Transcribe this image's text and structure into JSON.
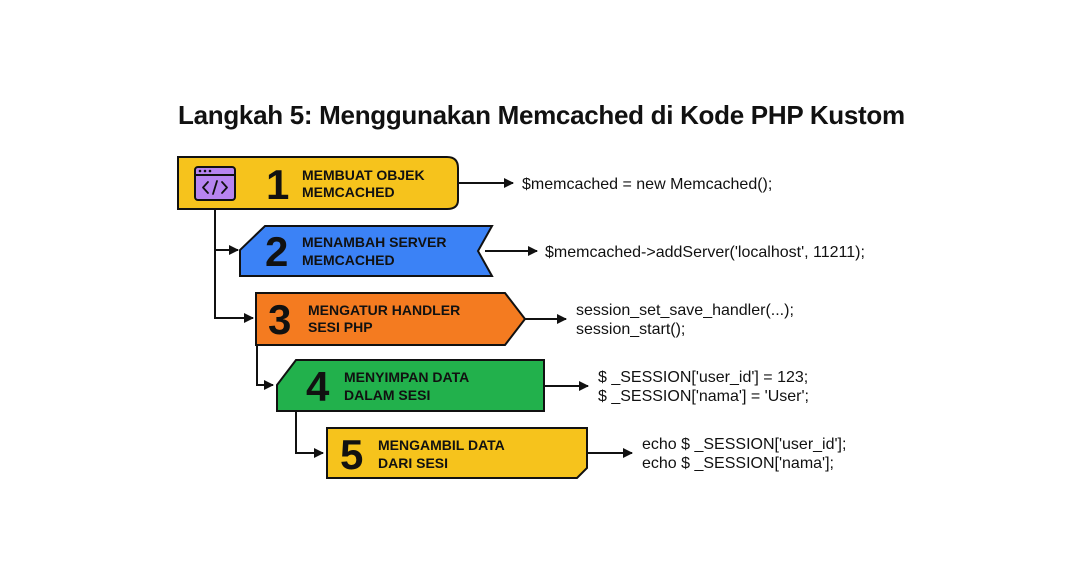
{
  "title": "Langkah 5: Menggunakan Memcached di Kode PHP Kustom",
  "icon": "code-window-icon",
  "colors": {
    "step1": "#f6c31c",
    "step2": "#3b82f6",
    "step3": "#f47b20",
    "step4": "#22b14c",
    "step5": "#f6c31c",
    "icon_purple": "#b784f0",
    "outline": "#111111"
  },
  "steps": [
    {
      "number": "1",
      "label": [
        "MEMBUAT OBJEK",
        "MEMCACHED"
      ],
      "code": [
        "$memcached = new Memcached();"
      ]
    },
    {
      "number": "2",
      "label": [
        "MENAMBAH SERVER",
        "MEMCACHED"
      ],
      "code": [
        "$memcached->addServer('localhost',  11211);"
      ]
    },
    {
      "number": "3",
      "label": [
        "MENGATUR HANDLER",
        "SESI PHP"
      ],
      "code": [
        "session_set_save_handler(...);",
        "session_start();"
      ]
    },
    {
      "number": "4",
      "label": [
        "MENYIMPAN DATA",
        "DALAM SESI"
      ],
      "code": [
        "$ _SESSION['user_id']  = 123;",
        "$ _SESSION['nama']  = 'User';"
      ]
    },
    {
      "number": "5",
      "label": [
        "MENGAMBIL DATA",
        "DARI SESI"
      ],
      "code": [
        "echo $ _SESSION['user_id'];",
        "echo $ _SESSION['nama'];"
      ]
    }
  ]
}
